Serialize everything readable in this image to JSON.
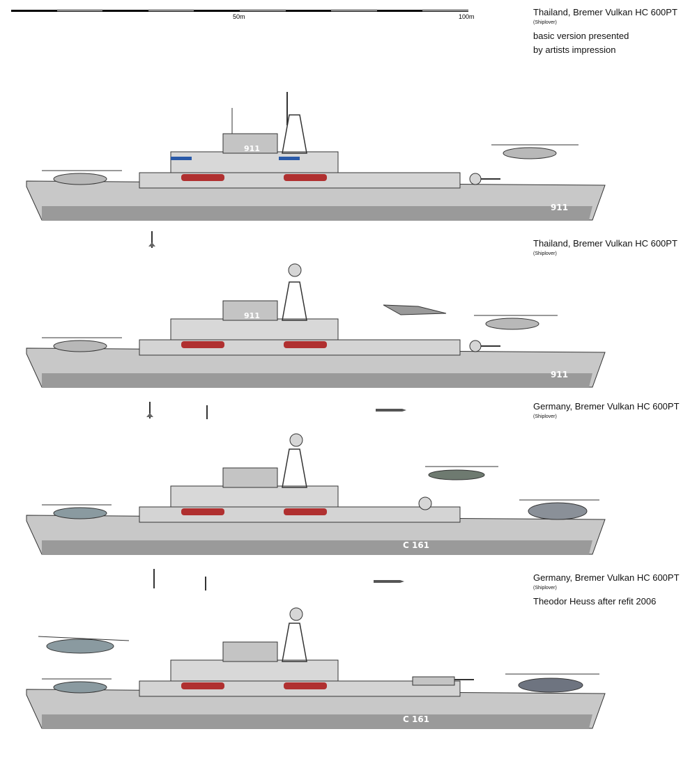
{
  "scale": {
    "label_mid": "50m",
    "label_end": "100m"
  },
  "captions": [
    {
      "title": "Thailand, Bremer Vulkan HC 600PT",
      "source": "(Shiplover)",
      "note1": "basic version presented",
      "note2": "by artists impression"
    },
    {
      "title": "Thailand, Bremer Vulkan HC 600PT",
      "source": "(Shiplover)"
    },
    {
      "title": "Germany, Bremer Vulkan HC 600PT",
      "source": "(Shiplover)"
    },
    {
      "title": "Germany, Bremer Vulkan HC 600PT",
      "source": "(Shiplover)",
      "note1": "Theodor Heuss after refit 2006"
    }
  ],
  "ships": [
    {
      "hull_number": "911",
      "stack_number": "911"
    },
    {
      "hull_number": "911",
      "stack_number": "911"
    },
    {
      "hull_number": "C 161",
      "stack_number": ""
    },
    {
      "hull_number": "C 161",
      "stack_number": ""
    }
  ],
  "colors": {
    "hull": "#c8c8c8",
    "hull_dark": "#9a9a9a",
    "boat": "#b03030",
    "deck_blue": "#2a5aa8",
    "line": "#333333"
  }
}
